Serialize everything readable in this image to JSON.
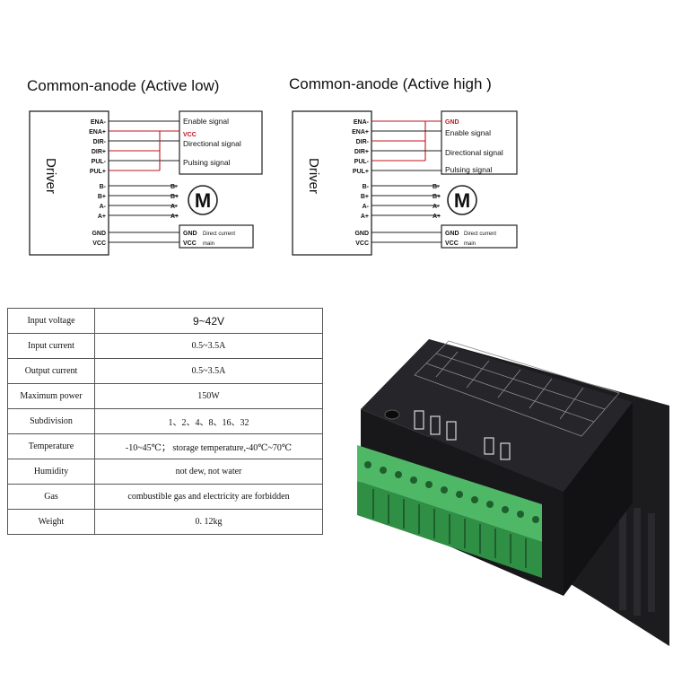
{
  "diagrams": [
    {
      "title": "Common-anode (Active low)",
      "driver_label": "Driver",
      "pins": [
        "ENA-",
        "ENA+",
        "DIR-",
        "DIR+",
        "PUL-",
        "PUL+",
        "B-",
        "B+",
        "A-",
        "A+",
        "GND",
        "VCC"
      ],
      "signals": [
        "Enable signal",
        "VCC",
        "Directional signal",
        "Pulsing signal"
      ],
      "motor_pins": [
        "B-",
        "B+",
        "A-",
        "A+"
      ],
      "motor_label": "M",
      "power": [
        "GND",
        "VCC"
      ],
      "power_note": [
        "Direct current",
        "main"
      ]
    },
    {
      "title": "Common-anode (Active high )",
      "driver_label": "Driver",
      "pins": [
        "ENA-",
        "ENA+",
        "DIR-",
        "DIR+",
        "PUL-",
        "PUL+",
        "B-",
        "B+",
        "A-",
        "A+",
        "GND",
        "VCC"
      ],
      "signals": [
        "GND",
        "Enable signal",
        "Directional signal",
        "Pulsing signal"
      ],
      "motor_pins": [
        "B-",
        "B+",
        "A-",
        "A+"
      ],
      "motor_label": "M",
      "power": [
        "GND",
        "VCC"
      ],
      "power_note": [
        "Direct current",
        "main"
      ]
    }
  ],
  "specs": [
    {
      "key": "Input voltage",
      "value": "9~42V"
    },
    {
      "key": "Input current",
      "value": "0.5~3.5A"
    },
    {
      "key": "Output current",
      "value": "0.5~3.5A"
    },
    {
      "key": "Maximum power",
      "value": "150W"
    },
    {
      "key": "Subdivision",
      "value": "1、2、4、8、16、32"
    },
    {
      "key": "Temperature",
      "value": "-10~45℃；  storage temperature,-40℃~70℃"
    },
    {
      "key": "Humidity",
      "value": "not dew, not water"
    },
    {
      "key": "Gas",
      "value": "combustible gas and electricity are forbidden"
    },
    {
      "key": "Weight",
      "value": "0. 12kg"
    }
  ],
  "colors": {
    "red_wire": "#c0141b",
    "terminal_green": "#3aa652",
    "housing": "#232326"
  }
}
